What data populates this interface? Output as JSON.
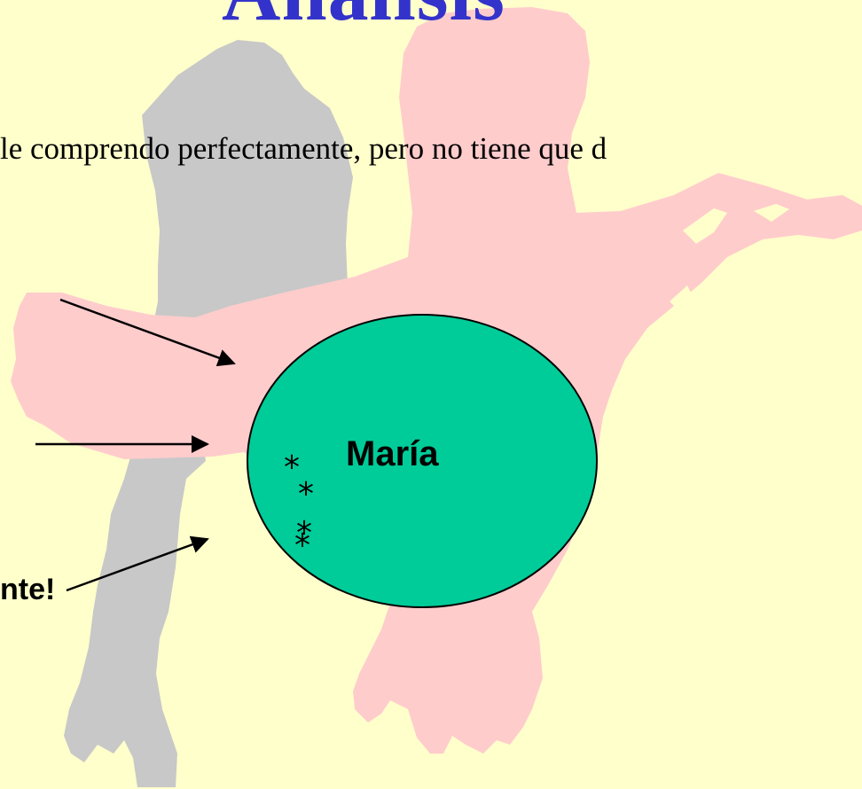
{
  "slide": {
    "title": "Análisis",
    "quote": "le comprendo perfectamente, pero no tiene que d",
    "center_label": "María",
    "side_label": "nte!"
  },
  "colors": {
    "background": "#ffffcc",
    "title": "#3333cc",
    "pink_figure": "#ffcccc",
    "gray_figure": "#c8c8c8",
    "circle_fill": "#00cc99"
  },
  "icons": {
    "marks": [
      "star-icon",
      "star-icon",
      "star-icon",
      "star-icon"
    ],
    "mark_glyph": "*"
  }
}
